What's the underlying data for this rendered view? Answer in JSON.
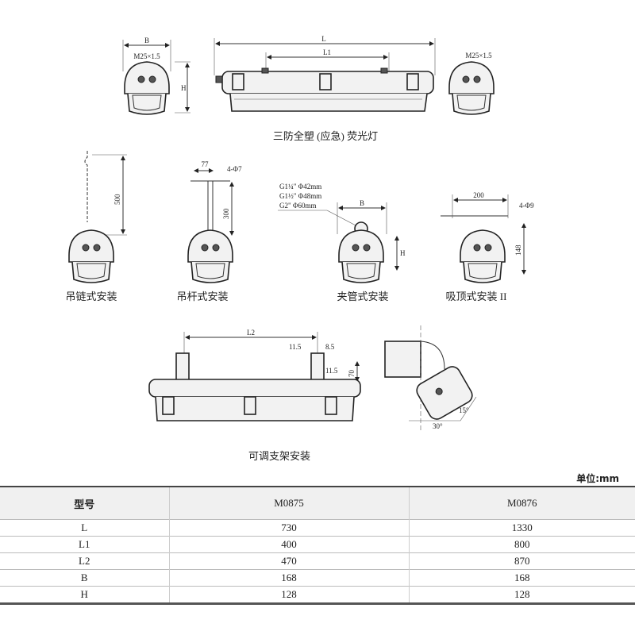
{
  "drawing": {
    "top": {
      "dim_B": "B",
      "dim_H": "H",
      "thread_left": "M25×1.5",
      "thread_right": "M25×1.5",
      "dim_L": "L",
      "dim_L1": "L1",
      "caption": "三防全塑 (应急) 荧光灯"
    },
    "mounts": [
      {
        "caption": "吊链式安装",
        "dims": [
          "500"
        ]
      },
      {
        "caption": "吊杆式安装",
        "dims": [
          "77",
          "4-Φ7",
          "300"
        ]
      },
      {
        "caption": "夹管式安装",
        "dims": [
          "G1¼\" Φ42mm",
          "G1½\" Φ48mm",
          "G2\" Φ60mm",
          "B",
          "H"
        ]
      },
      {
        "caption": "吸顶式安装 II",
        "dims": [
          "200",
          "4-Φ9",
          "148"
        ]
      }
    ],
    "bracket": {
      "caption": "可调支架安装",
      "dims": [
        "L2",
        "11.5",
        "8.5",
        "11.5",
        "70",
        "30°",
        "15°"
      ]
    }
  },
  "table": {
    "unit": "单位:mm",
    "headers": [
      "型号",
      "M0875",
      "M0876"
    ],
    "rows": [
      [
        "L",
        "730",
        "1330"
      ],
      [
        "L1",
        "400",
        "800"
      ],
      [
        "L2",
        "470",
        "870"
      ],
      [
        "B",
        "168",
        "168"
      ],
      [
        "H",
        "128",
        "128"
      ]
    ]
  }
}
